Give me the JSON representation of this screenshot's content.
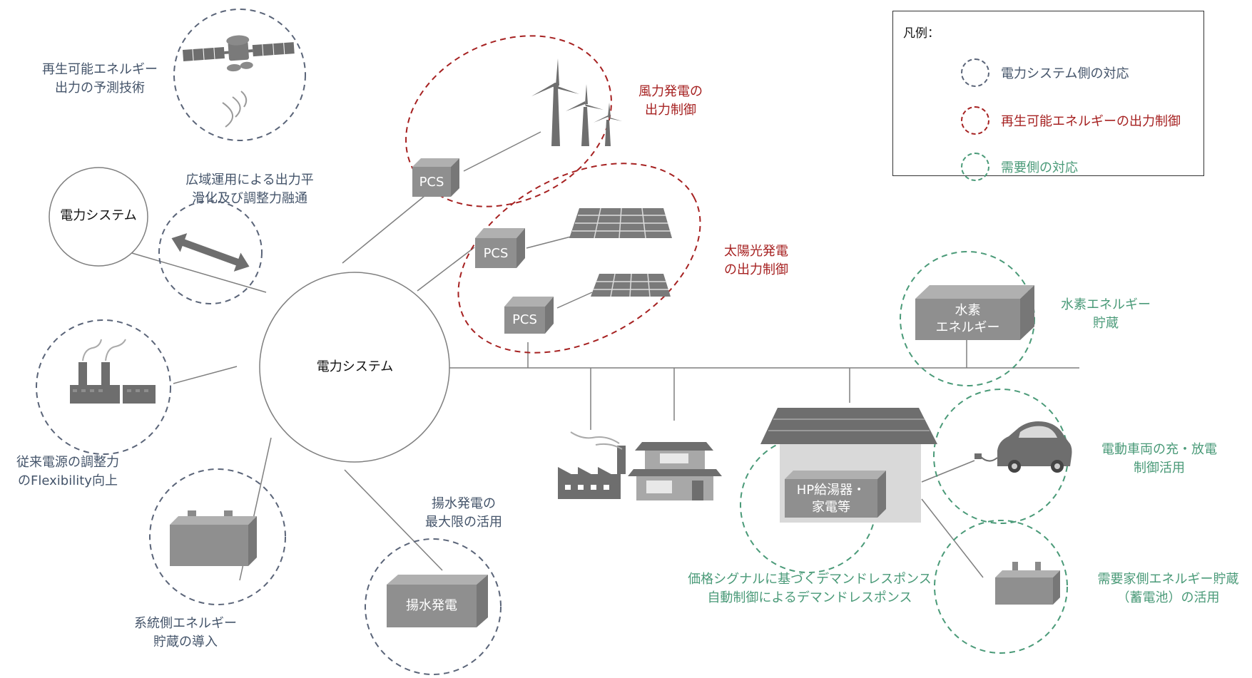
{
  "legend": {
    "title": "凡例：",
    "items": [
      {
        "label": "電力システム側の対応",
        "color": "#44546a"
      },
      {
        "label": "再生可能エネルギーの出力制御",
        "color": "#a62121"
      },
      {
        "label": "需要側の対応",
        "color": "#4a9a78"
      }
    ]
  },
  "center_label": "電力システム",
  "other_system_label": "電力システム",
  "labels": {
    "forecast_line1": "再生可能エネルギー",
    "forecast_line2": "出力の予測技術",
    "wide_line1": "広域運用による出力平",
    "wide_line2": "滑化及び調整力融通",
    "conventional_line1": "従来電源の調整力",
    "conventional_line2": "のFlexibility向上",
    "grid_storage_line1": "系統側エネルギー",
    "grid_storage_line2": "貯蔵の導入",
    "pumped_line1": "揚水発電の",
    "pumped_line2": "最大限の活用",
    "wind_line1": "風力発電の",
    "wind_line2": "出力制御",
    "solar_line1": "太陽光発電",
    "solar_line2": "の出力制御",
    "hydrogen_line1": "水素エネルギー",
    "hydrogen_line2": "貯蔵",
    "ev_line1": "電動車両の充・放電",
    "ev_line2": "制御活用",
    "battery_line1": "需要家側エネルギー貯蔵",
    "battery_line2": "（蓄電池）の活用",
    "dr_line1": "価格シグナルに基づくデマンドレスポンス",
    "dr_line2": "自動制御によるデマンドレスポンス"
  },
  "boxes": {
    "pcs_wind": "PCS",
    "pcs_solar1": "PCS",
    "pcs_solar2": "PCS",
    "pumped_box": "揚水発電",
    "hydrogen_box_line1": "水素",
    "hydrogen_box_line2": "エネルギー",
    "hp_line1": "HP給湯器・",
    "hp_line2": "家電等"
  },
  "icons": [
    "satellite-icon",
    "double-arrow-icon",
    "power-plant-icon",
    "battery-icon",
    "wind-turbine-icon",
    "solar-panel-icon",
    "factory-icon",
    "house-icon",
    "electric-car-icon"
  ]
}
